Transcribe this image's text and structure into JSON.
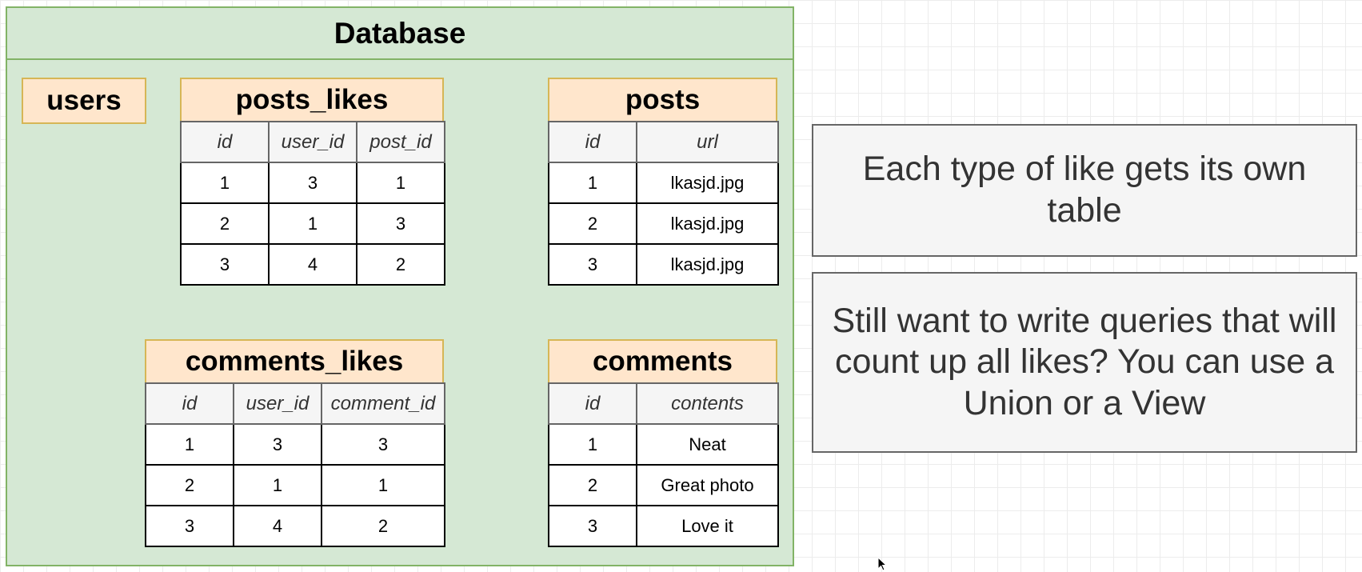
{
  "database": {
    "title": "Database"
  },
  "tables": {
    "users": {
      "title": "users"
    },
    "posts_likes": {
      "title": "posts_likes",
      "columns": [
        "id",
        "user_id",
        "post_id"
      ],
      "rows": [
        [
          "1",
          "3",
          "1"
        ],
        [
          "2",
          "1",
          "3"
        ],
        [
          "3",
          "4",
          "2"
        ]
      ]
    },
    "posts": {
      "title": "posts",
      "columns": [
        "id",
        "url"
      ],
      "rows": [
        [
          "1",
          "lkasjd.jpg"
        ],
        [
          "2",
          "lkasjd.jpg"
        ],
        [
          "3",
          "lkasjd.jpg"
        ]
      ]
    },
    "comments_likes": {
      "title": "comments_likes",
      "columns": [
        "id",
        "user_id",
        "comment_id"
      ],
      "rows": [
        [
          "1",
          "3",
          "3"
        ],
        [
          "2",
          "1",
          "1"
        ],
        [
          "3",
          "4",
          "2"
        ]
      ]
    },
    "comments": {
      "title": "comments",
      "columns": [
        "id",
        "contents"
      ],
      "rows": [
        [
          "1",
          "Neat"
        ],
        [
          "2",
          "Great photo"
        ],
        [
          "3",
          "Love it"
        ]
      ]
    }
  },
  "notes": {
    "note1": "Each type of like gets its own table",
    "note2": "Still want to write queries that will count up all likes? You can use a Union or a View"
  },
  "icons": {
    "cursor": "mouse-pointer-icon"
  }
}
